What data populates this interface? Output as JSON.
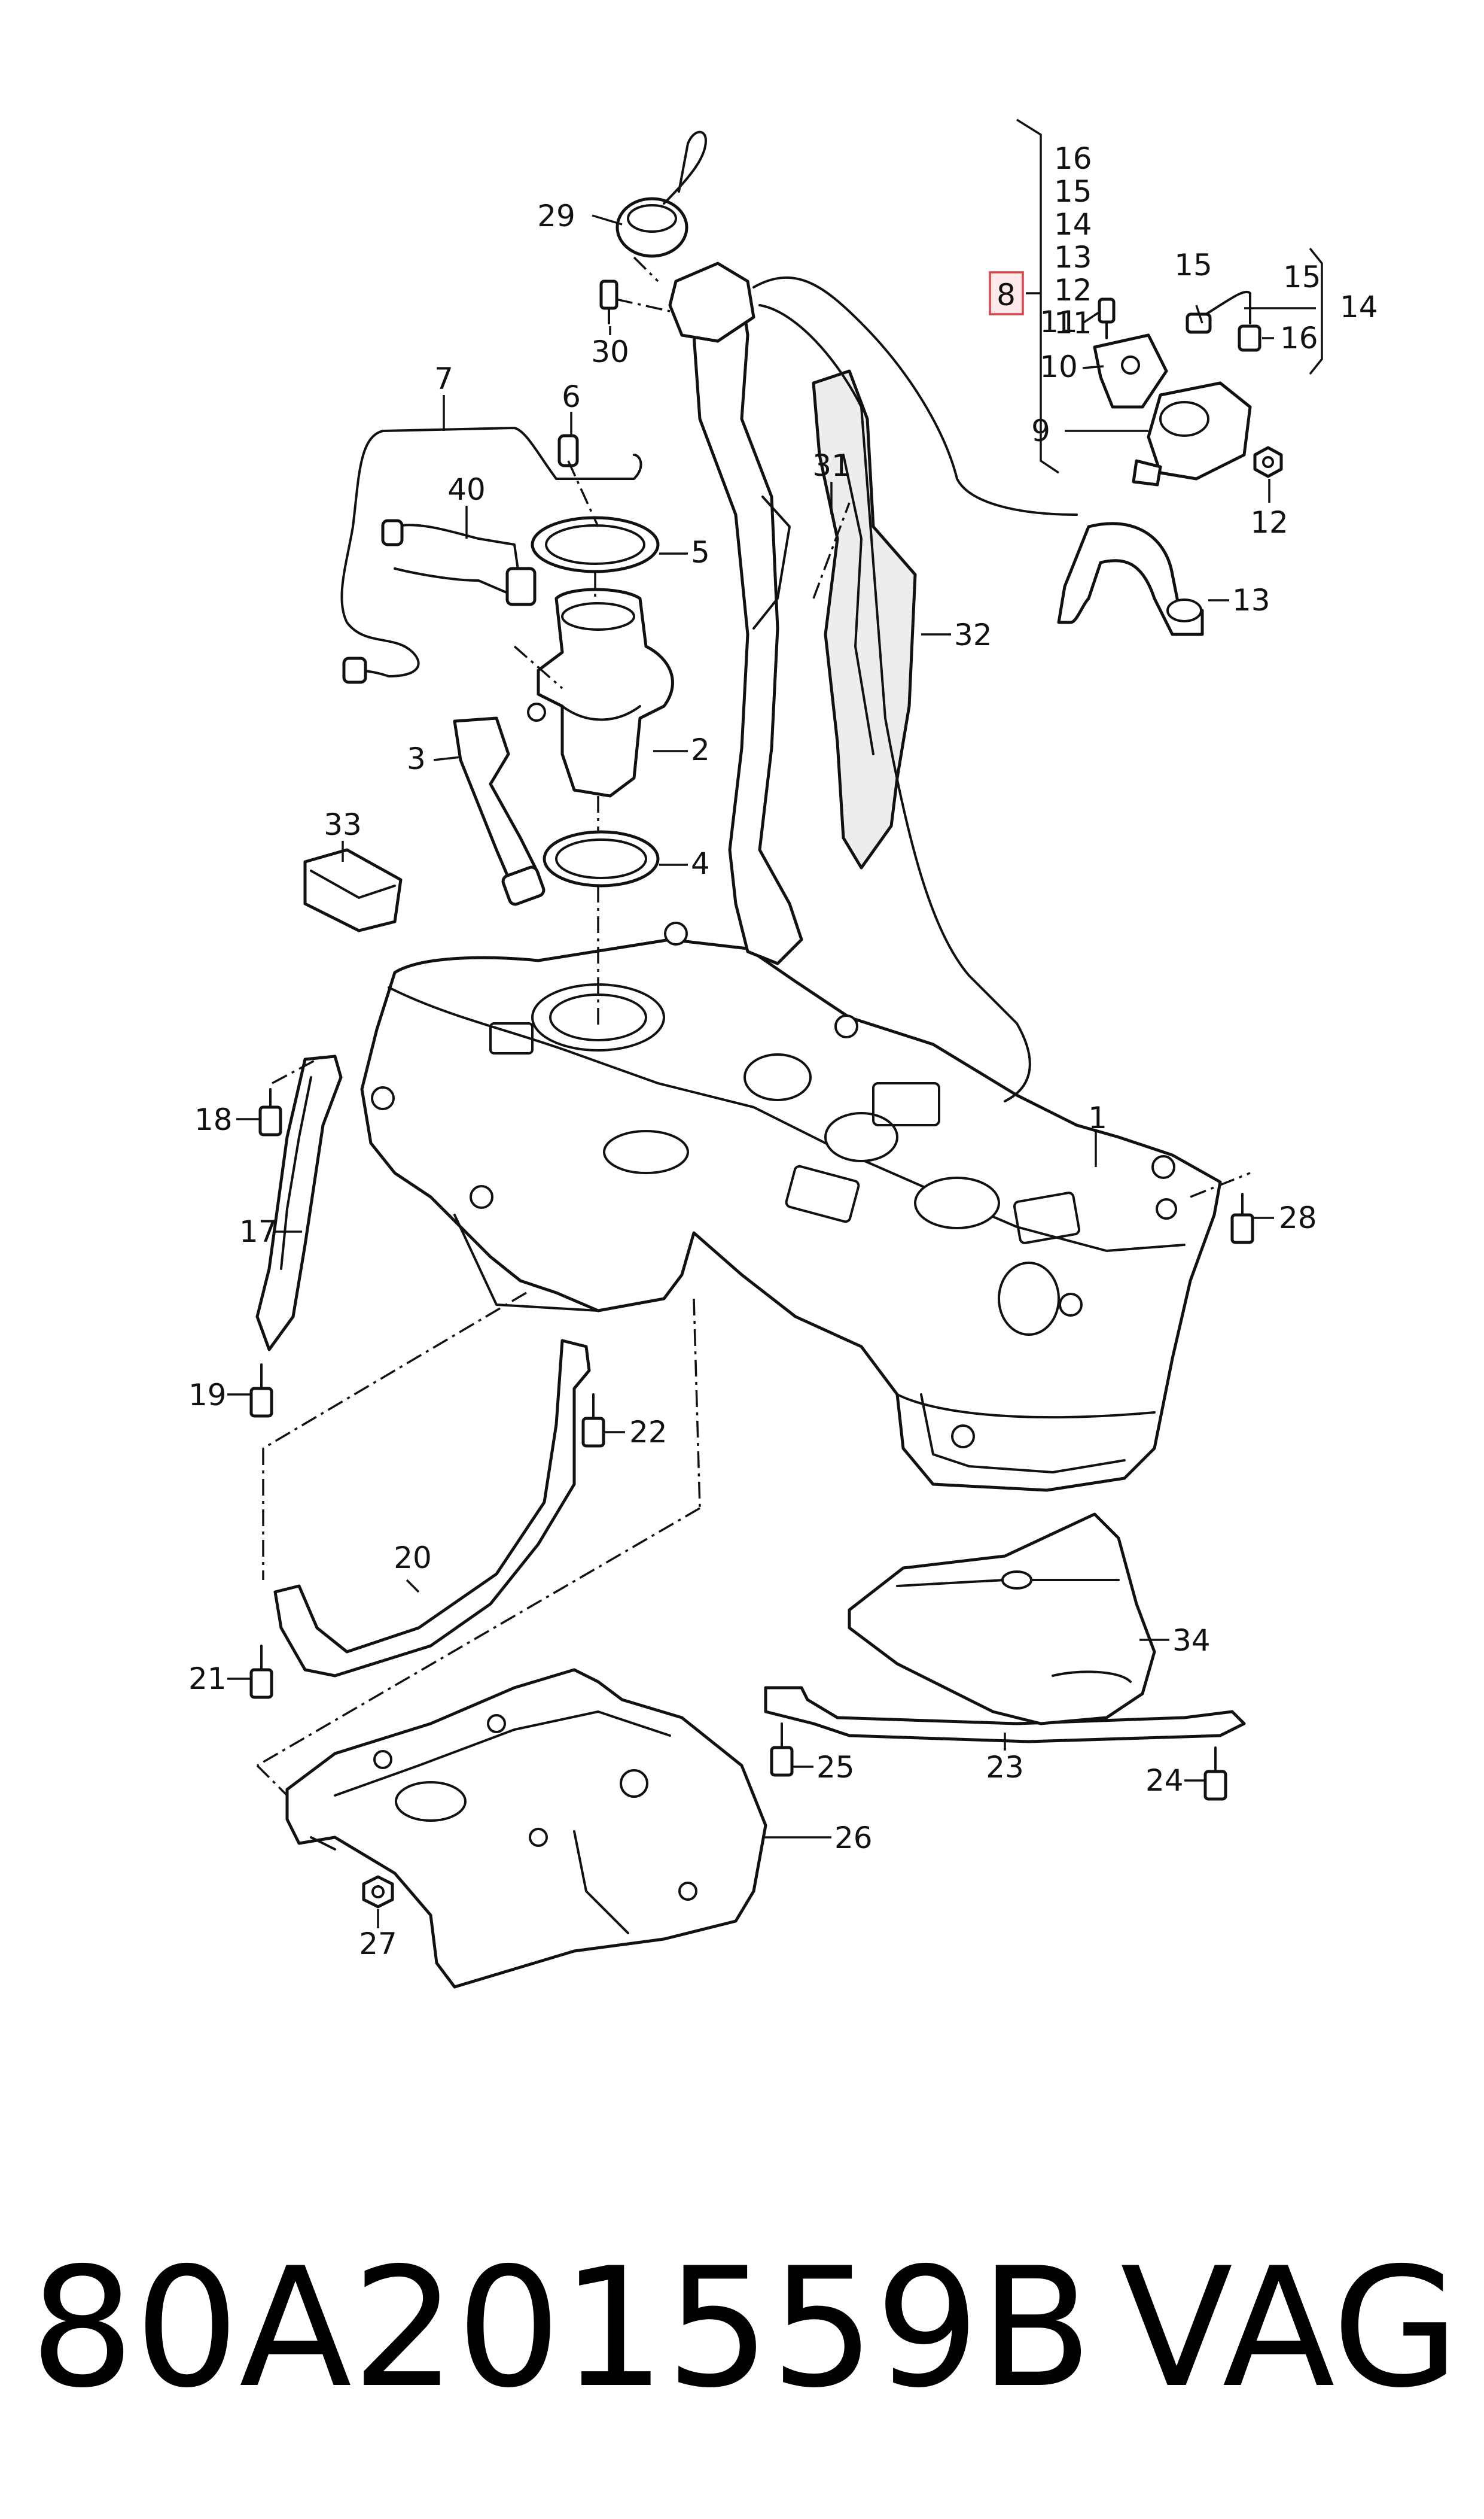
{
  "diagram": {
    "callouts": [
      {
        "id": "1",
        "text": "1"
      },
      {
        "id": "2",
        "text": "2"
      },
      {
        "id": "3",
        "text": "3"
      },
      {
        "id": "4",
        "text": "4"
      },
      {
        "id": "5",
        "text": "5"
      },
      {
        "id": "6",
        "text": "6"
      },
      {
        "id": "7",
        "text": "7"
      },
      {
        "id": "8",
        "text": "8"
      },
      {
        "id": "9",
        "text": "9"
      },
      {
        "id": "10",
        "text": "10"
      },
      {
        "id": "11",
        "text": "11"
      },
      {
        "id": "12",
        "text": "12"
      },
      {
        "id": "13",
        "text": "13"
      },
      {
        "id": "14",
        "text": "14"
      },
      {
        "id": "15",
        "text": "15"
      },
      {
        "id": "16",
        "text": "16"
      },
      {
        "id": "17",
        "text": "17"
      },
      {
        "id": "18",
        "text": "18"
      },
      {
        "id": "19",
        "text": "19"
      },
      {
        "id": "20",
        "text": "20"
      },
      {
        "id": "21",
        "text": "21"
      },
      {
        "id": "22",
        "text": "22"
      },
      {
        "id": "23",
        "text": "23"
      },
      {
        "id": "24",
        "text": "24"
      },
      {
        "id": "25",
        "text": "25"
      },
      {
        "id": "26",
        "text": "26"
      },
      {
        "id": "27",
        "text": "27"
      },
      {
        "id": "28",
        "text": "28"
      },
      {
        "id": "29",
        "text": "29"
      },
      {
        "id": "30",
        "text": "30"
      },
      {
        "id": "31",
        "text": "31"
      },
      {
        "id": "32",
        "text": "32"
      },
      {
        "id": "33",
        "text": "33"
      },
      {
        "id": "34",
        "text": "34"
      },
      {
        "id": "40",
        "text": "40"
      }
    ],
    "group_8_list": [
      "16",
      "15",
      "14",
      "13",
      "12",
      "11"
    ],
    "highlighted_callout": "8",
    "highlight_color": "#d9444a",
    "part_number": "80A201559B",
    "brand": "VAG"
  }
}
